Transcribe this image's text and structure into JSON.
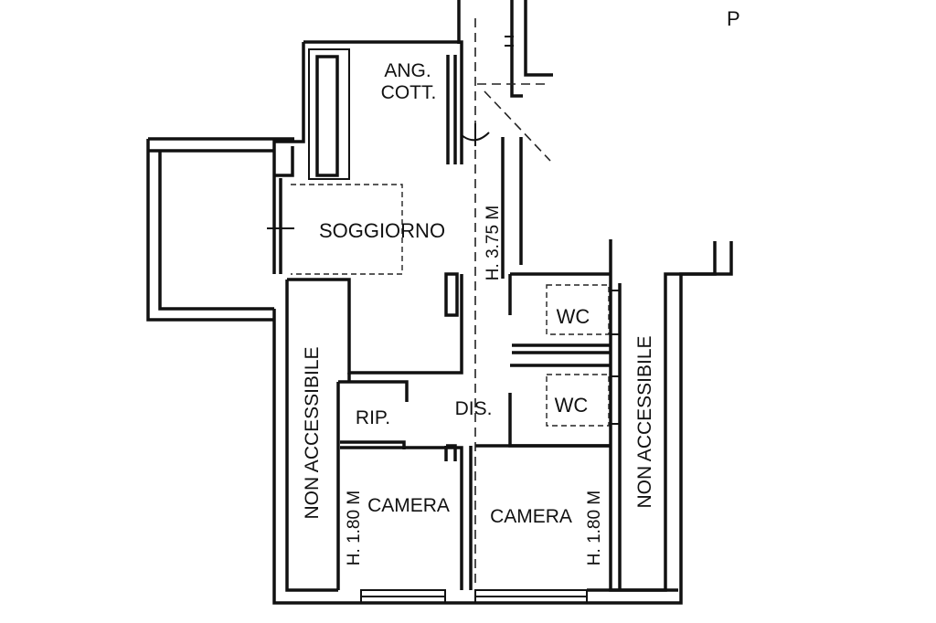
{
  "rooms": {
    "kitchen_line1": "ANG.",
    "kitchen_line2": "COTT.",
    "living": "SOGGIORNO",
    "wc_upper": "WC",
    "wc_lower": "WC",
    "storage": "RIP.",
    "hall": "DIS.",
    "bedroom_left": "CAMERA",
    "bedroom_right": "CAMERA",
    "non_accessible_left": "NON ACCESSIBILE",
    "non_accessible_right": "NON ACCESSIBILE"
  },
  "heights": {
    "main": "H. 3.75 M",
    "bedroom_left": "H. 1.80 M",
    "bedroom_right": "H. 1.80 M"
  },
  "corner_mark": "P"
}
